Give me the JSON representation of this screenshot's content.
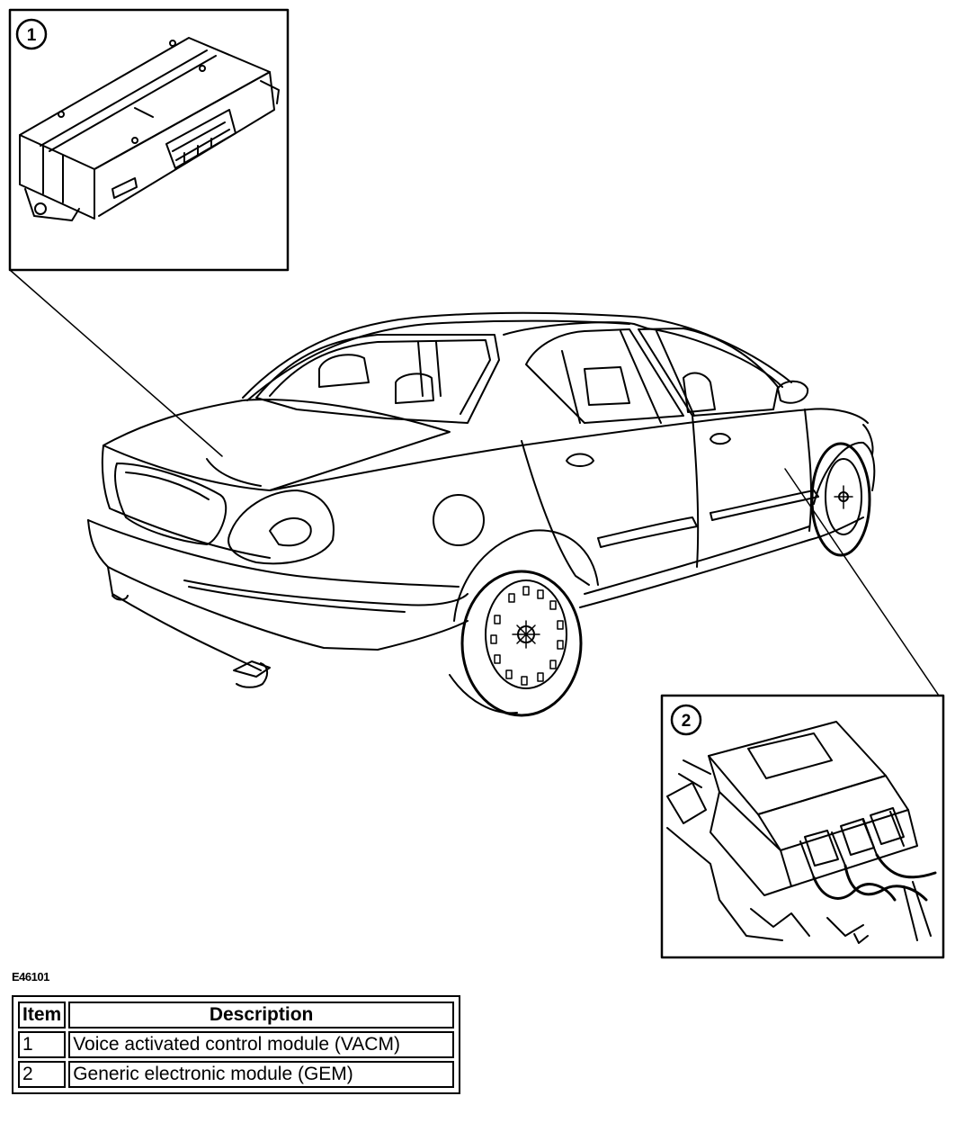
{
  "callouts": [
    "1",
    "2"
  ],
  "figure_code": "E46101",
  "legend": {
    "headers": {
      "item": "Item",
      "description": "Description"
    },
    "rows": [
      {
        "item": "1",
        "description": "Voice activated control module (VACM)"
      },
      {
        "item": "2",
        "description": "Generic electronic module (GEM)"
      }
    ]
  }
}
